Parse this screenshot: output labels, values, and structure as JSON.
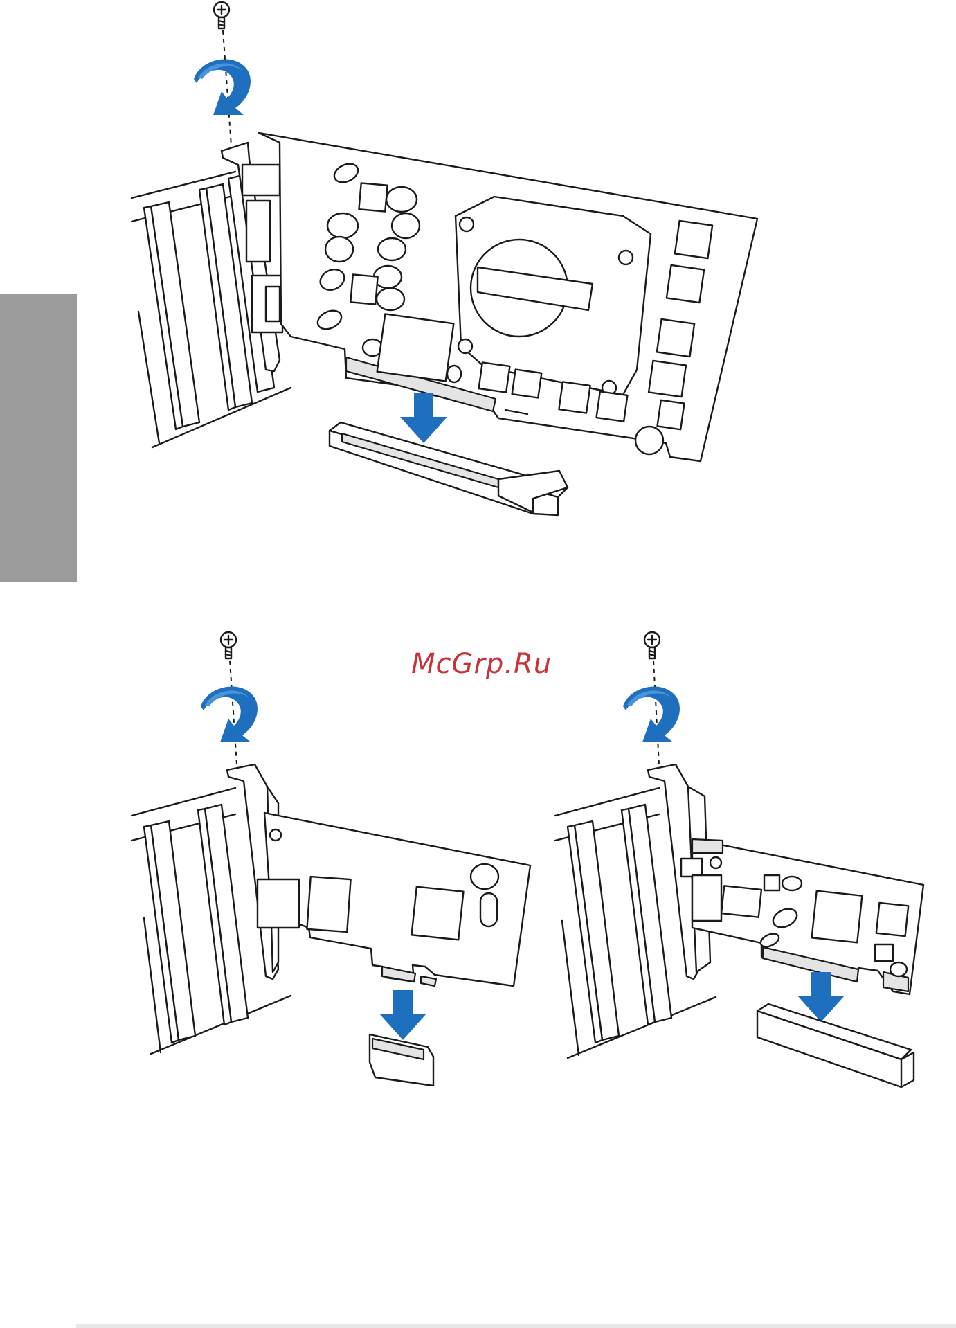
{
  "watermark": {
    "text": "McGrp.Ru",
    "color": "#c8333a"
  },
  "colors": {
    "side_tab": "#9b9b9b",
    "arrow": "#1f6fbf",
    "footer_rule": "#e6e6e6"
  },
  "illustrations": [
    {
      "id": "graphics-card",
      "icons": [
        "screw-icon",
        "rotate-arrow-icon",
        "down-arrow-icon"
      ]
    },
    {
      "id": "pcie-x1-card",
      "icons": [
        "screw-icon",
        "rotate-arrow-icon",
        "down-arrow-icon"
      ]
    },
    {
      "id": "pcie-card",
      "icons": [
        "screw-icon",
        "rotate-arrow-icon",
        "down-arrow-icon"
      ]
    }
  ]
}
